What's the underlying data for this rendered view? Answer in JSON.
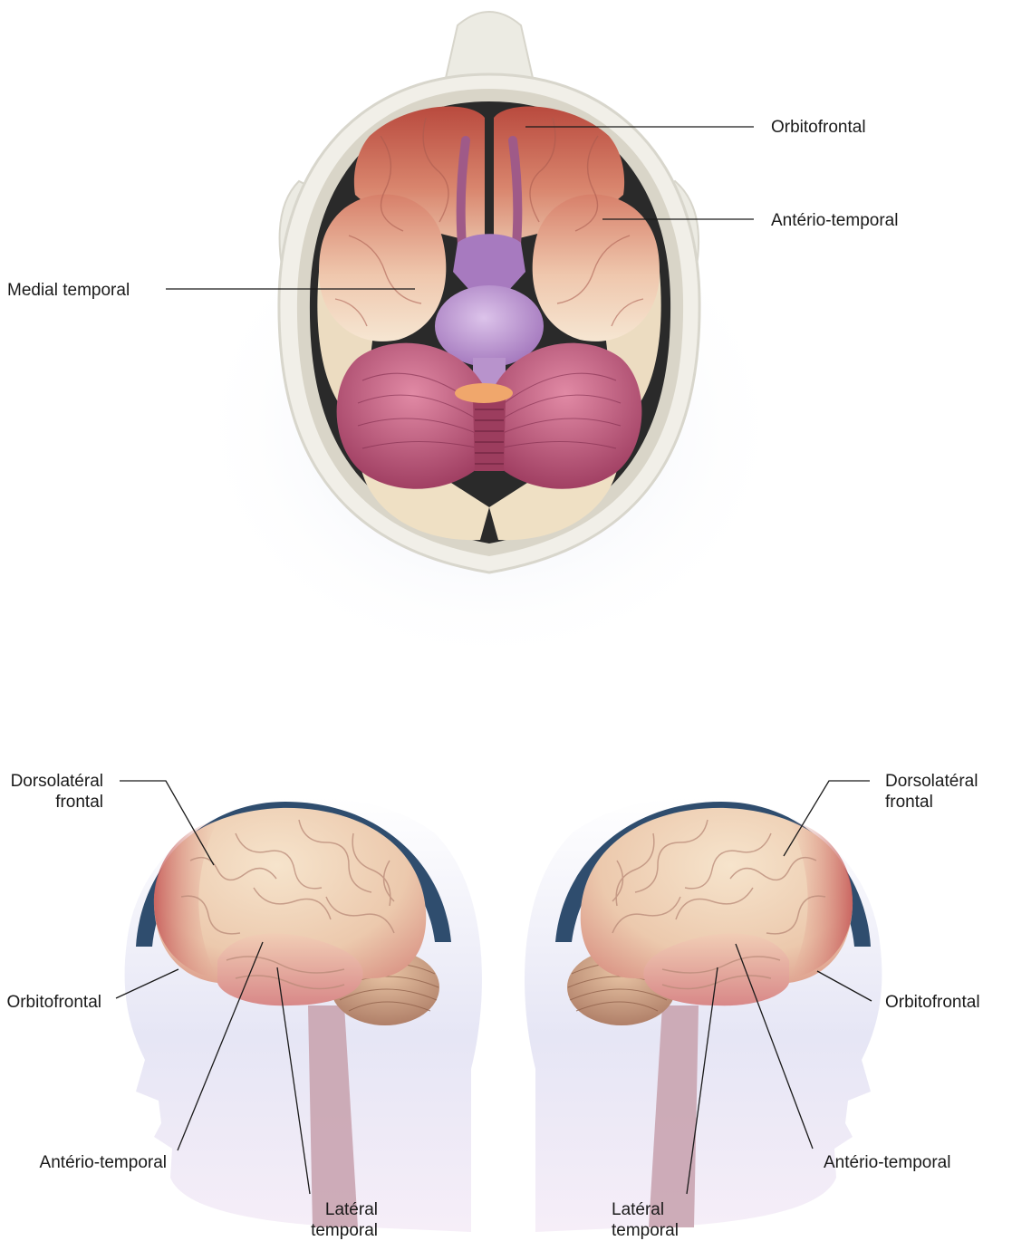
{
  "top_view": {
    "labels": {
      "orbitofrontal": "Orbitofrontal",
      "anterio_temporal": "Antério-temporal",
      "medial_temporal": "Medial temporal"
    }
  },
  "left_view": {
    "labels": {
      "dorsolateral_line1": "Dorsolatéral",
      "dorsolateral_line2": "frontal",
      "orbitofrontal": "Orbitofrontal",
      "anterio_temporal": "Antério-temporal",
      "lateral_line1": "Latéral",
      "lateral_line2": "temporal"
    }
  },
  "right_view": {
    "labels": {
      "dorsolateral_line1": "Dorsolatéral",
      "dorsolateral_line2": "frontal",
      "orbitofrontal": "Orbitofrontal",
      "anterio_temporal": "Antério-temporal",
      "lateral_line1": "Latéral",
      "lateral_line2": "temporal"
    }
  },
  "colors": {
    "skull": "#eceae2",
    "brain_red": "#c9605a",
    "brain_cream": "#f1d9bf",
    "cerebellum": "#b34a6e",
    "brainstem": "#b892c8",
    "scalp_dark": "#2f4d6e",
    "head_shade": "#d7d7ef"
  }
}
